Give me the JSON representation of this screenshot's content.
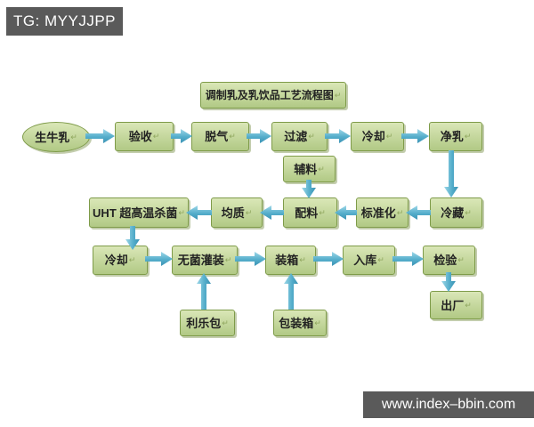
{
  "header_tag": {
    "label": "TG: MYYJJPP",
    "bg": "#5a5a5a",
    "text_color": "#ffffff"
  },
  "watermark": {
    "label": "www.index–bbin.com",
    "bg": "#5a5a5a",
    "text_color": "#ffffff"
  },
  "flowchart": {
    "title": "调制乳及乳饮品工艺流程图",
    "return_mark": "↵",
    "colors": {
      "node_fill": "#c3d69b",
      "node_border": "#7e9b49",
      "arrow": "#4aa5c6",
      "text": "#222222"
    },
    "nodes": {
      "raw_milk": "生牛乳",
      "acceptance": "验收",
      "degassing": "脱气",
      "filtration": "过滤",
      "cooling1": "冷却",
      "purification": "净乳",
      "auxiliary": "辅料",
      "uht": "UHT 超高温杀菌",
      "homogenization": "均质",
      "mixing": "配料",
      "standardization": "标准化",
      "cold_storage": "冷藏",
      "cooling2": "冷却",
      "aseptic_filling": "无菌灌装",
      "boxing": "装箱",
      "warehousing": "入库",
      "inspection": "检验",
      "factory_out": "出厂",
      "tetra_pak": "利乐包",
      "packing_box": "包装箱"
    },
    "edges": [
      {
        "from": "raw_milk",
        "to": "acceptance"
      },
      {
        "from": "acceptance",
        "to": "degassing"
      },
      {
        "from": "degassing",
        "to": "filtration"
      },
      {
        "from": "filtration",
        "to": "cooling1"
      },
      {
        "from": "cooling1",
        "to": "purification"
      },
      {
        "from": "purification",
        "to": "cold_storage"
      },
      {
        "from": "cold_storage",
        "to": "standardization"
      },
      {
        "from": "standardization",
        "to": "mixing"
      },
      {
        "from": "auxiliary",
        "to": "mixing"
      },
      {
        "from": "mixing",
        "to": "homogenization"
      },
      {
        "from": "homogenization",
        "to": "uht"
      },
      {
        "from": "uht",
        "to": "cooling2"
      },
      {
        "from": "cooling2",
        "to": "aseptic_filling"
      },
      {
        "from": "aseptic_filling",
        "to": "boxing"
      },
      {
        "from": "boxing",
        "to": "warehousing"
      },
      {
        "from": "warehousing",
        "to": "inspection"
      },
      {
        "from": "inspection",
        "to": "factory_out"
      },
      {
        "from": "tetra_pak",
        "to": "aseptic_filling"
      },
      {
        "from": "packing_box",
        "to": "boxing"
      }
    ]
  }
}
